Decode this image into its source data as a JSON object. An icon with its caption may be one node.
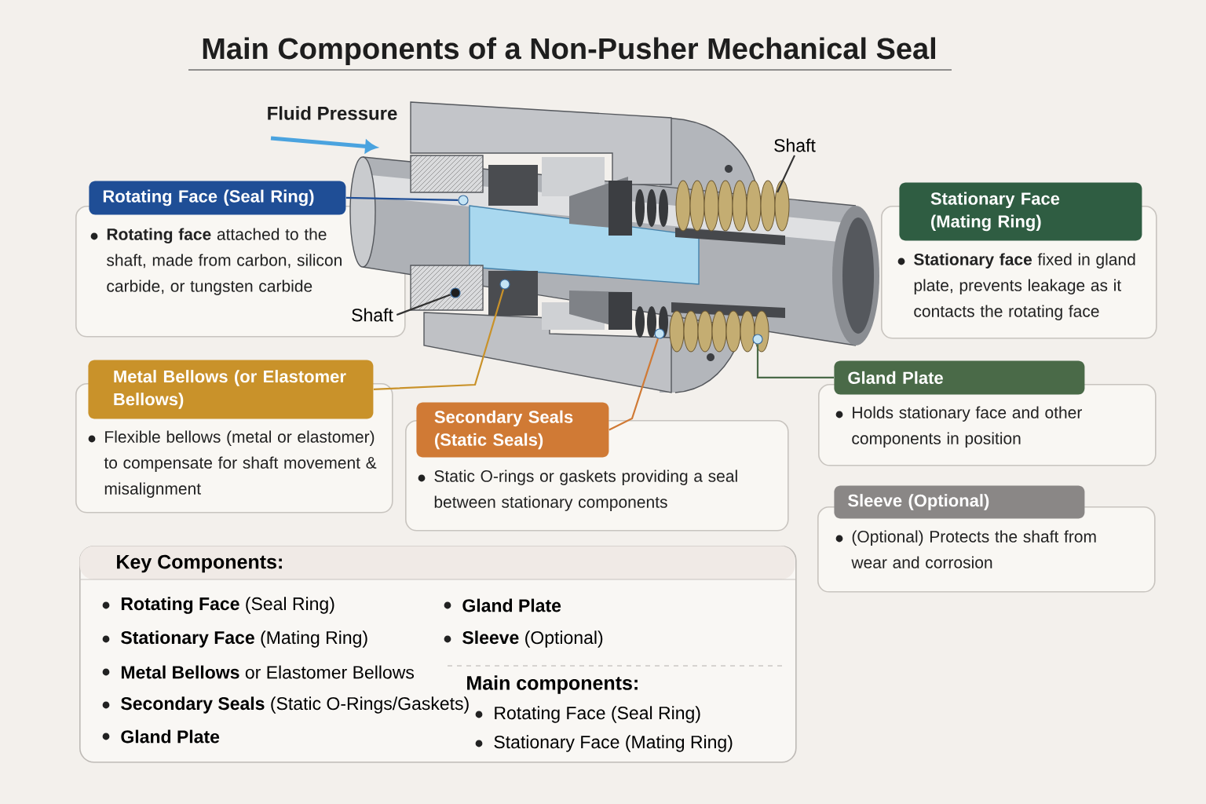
{
  "diagram": {
    "title": "Main Components of a Non-Pusher Mechanical Seal",
    "nodes": [
      {
        "text": [
          "Rotating Face (Seal Ring)",
          "**Rotating face** attached to the shaft, made from carbon, silicon carbide, or tungsten carbide"
        ]
      },
      {
        "text": [
          "Stationary Face (Mating Ring)",
          "**Stationary face** fixed in gland plate, prevents leakage as it contacts the rotating face"
        ]
      },
      {
        "text": [
          "Metal Bellows (or Elastomer Bellows)",
          "Flexible bellows (metal or elastomer) to compensate for shaft movement & misalignment"
        ]
      },
      {
        "text": [
          "Secondary Seals (Static Seals)",
          "Static O-rings or gaskets providing a seal between stationary components"
        ]
      },
      {
        "text": [
          "Gland Plate",
          "Holds stationary face and other components in position"
        ]
      },
      {
        "text": [
          "Sleeve (Optional)",
          "(Optional) Protects the shaft from wear and corrosion"
        ]
      },
      {
        "text": [
          "Key Components:",
          "**Rotating Face** (Seal Ring)",
          "**Stationary Face** (Mating Ring)",
          "**Metal Bellows** or Elastomer Bellows",
          "**Secondary Seals** (Static O-Rings/Gaskets)",
          "Gland Plate",
          "Gland Plate",
          "**Sleeve** (Optional)"
        ]
      },
      {
        "text": [
          "Main components:",
          "Rotating Face (Seal Ring)",
          "Stationary Face (Mating Ring)"
        ],
        "in": 6
      },
      {
        "text": [],
        "shape": "circle"
      },
      {
        "text": [],
        "shape": "circle"
      },
      {
        "text": [],
        "shape": "circle"
      },
      {
        "text": [],
        "shape": "circle"
      },
      {
        "text": [
          "Shaft"
        ]
      },
      {
        "text": [
          "Shaft"
        ],
        "in": 0
      },
      {
        "text": [],
        "shape": "circle"
      }
    ],
    "edges": [
      {
        "from": 0,
        "to": 8,
        "arrow": "none",
        "color": "#1f4e96"
      },
      {
        "from": 2,
        "to": 9,
        "arrow": "none",
        "color": "#c9922a"
      },
      {
        "from": 3,
        "to": 10,
        "arrow": "none",
        "color": "#d07a35"
      },
      {
        "from": 4,
        "to": 11,
        "arrow": "none",
        "color": "#4a6a48"
      },
      {
        "from": 12,
        "to": null,
        "arrow": "none"
      },
      {
        "from": 13,
        "to": 14,
        "arrow": "none"
      }
    ],
    "labels": [
      "Fluid Pressure"
    ]
  }
}
